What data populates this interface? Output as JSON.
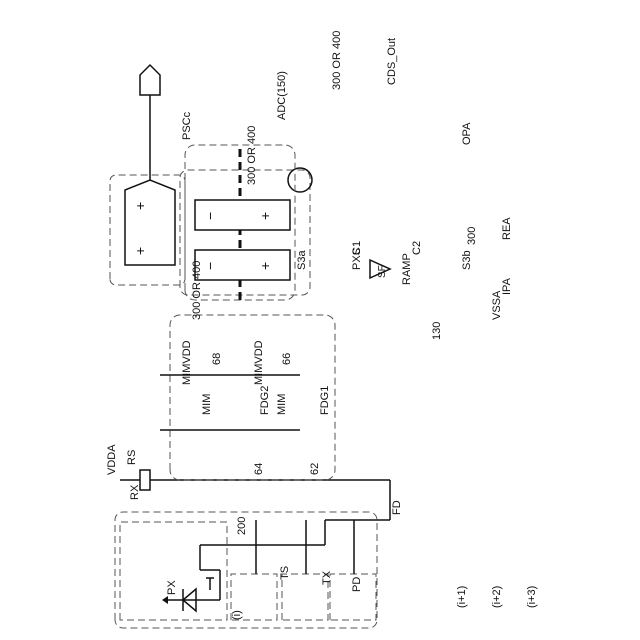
{
  "labels": {
    "vdda": "VDDA",
    "rx": "RX",
    "rs": "RS",
    "fdg1": "FDG1",
    "fdg2": "FDG2",
    "n62": "62",
    "n64": "64",
    "n66": "66",
    "n68": "68",
    "mim_a": "MIM",
    "mim_b": "MIM",
    "mimvdd_a": "MIMVDD",
    "mimvdd_b": "MIMVDD",
    "ref_300_or_400_cap": "300 OR 400",
    "fd": "FD",
    "sf": "SF",
    "pxs": "PXS",
    "ramp": "RAMP",
    "c1": "C1",
    "c2": "C2",
    "n300": "300",
    "n130": "130",
    "vssa": "VSSA",
    "n200": "200",
    "px": "PX",
    "pixel_i": "(i)",
    "pixel_i1": "(i+1)",
    "pixel_i2": "(i+2)",
    "pixel_i3": "(i+3)",
    "ts": "TS",
    "tx": "TX",
    "pd": "PD",
    "s3a": "S3a",
    "s3b": "S3b",
    "ipa": "IPA",
    "rea": "REA",
    "ref_300_or_400_amp": "300 OR 400",
    "opa": "OPA",
    "ref_300_or_400_top": "300 OR 400",
    "cds_out": "CDS_Out",
    "adc": "ADC(150)",
    "pscc": "PSCc",
    "plus": "+",
    "minus": "−"
  }
}
